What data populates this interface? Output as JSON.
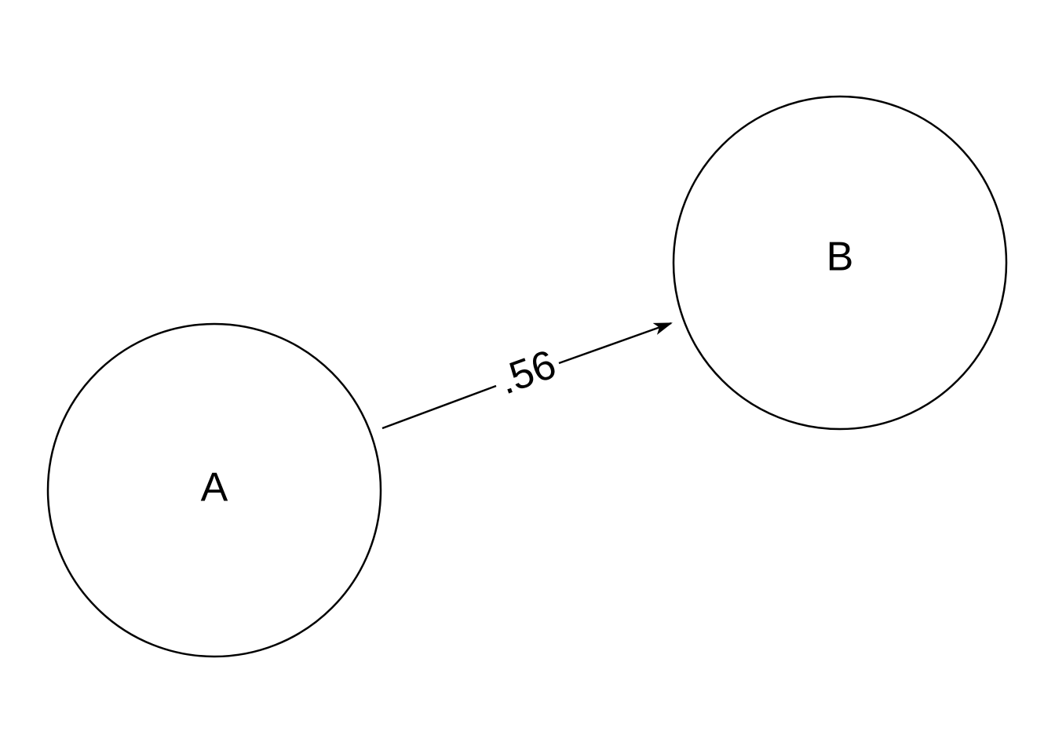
{
  "diagram": {
    "nodes": [
      {
        "id": "A",
        "label": "A"
      },
      {
        "id": "B",
        "label": "B"
      }
    ],
    "edges": [
      {
        "from": "A",
        "to": "B",
        "label": ".56",
        "directed": true
      }
    ]
  }
}
